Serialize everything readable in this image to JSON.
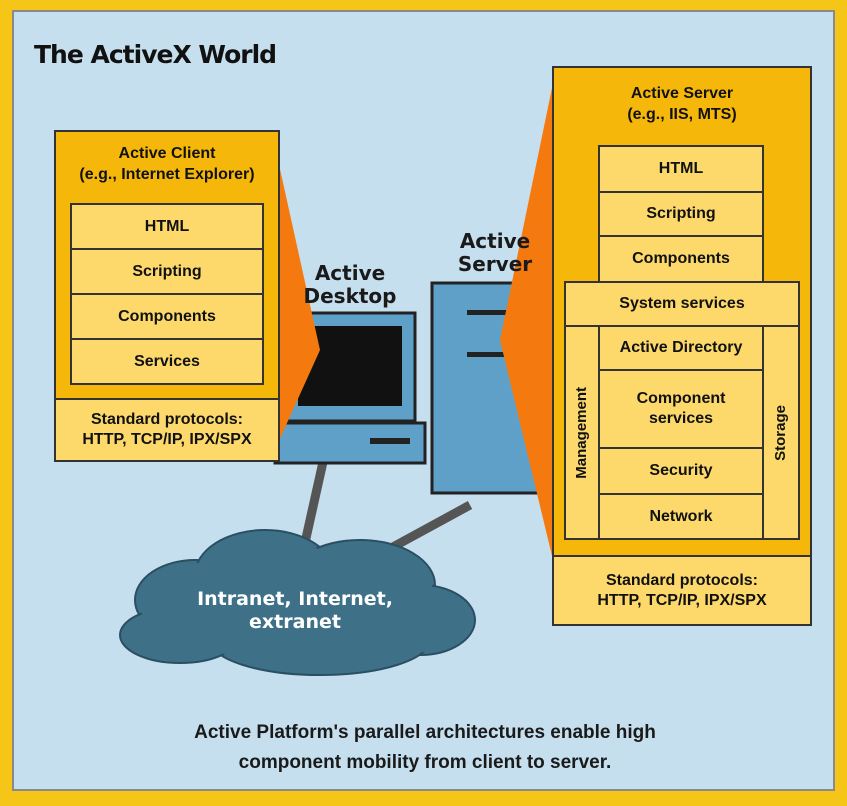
{
  "title": "The ActiveX World",
  "client": {
    "header_line1": "Active Client",
    "header_line2": "(e.g., Internet Explorer)",
    "stack": [
      "HTML",
      "Scripting",
      "Components",
      "Services"
    ],
    "protocols_line1": "Standard protocols:",
    "protocols_line2": "HTTP, TCP/IP, IPX/SPX"
  },
  "desktop": {
    "label_line1": "Active",
    "label_line2": "Desktop"
  },
  "server_machine": {
    "label_line1": "Active",
    "label_line2": "Server"
  },
  "server": {
    "header_line1": "Active Server",
    "header_line2": "(e.g., IIS, MTS)",
    "stack": [
      "HTML",
      "Scripting",
      "Components"
    ],
    "system_services": "System services",
    "management": "Management",
    "storage": "Storage",
    "services": [
      "Active Directory",
      "Component services",
      "Security",
      "Network"
    ],
    "protocols_line1": "Standard protocols:",
    "protocols_line2": "HTTP, TCP/IP, IPX/SPX"
  },
  "cloud": {
    "line1": "Intranet, Internet,",
    "line2": "extranet"
  },
  "caption": {
    "line1": "Active Platform's parallel architectures enable high",
    "line2": "component mobility from client to server."
  },
  "colors": {
    "frame": "#f5c518",
    "panel": "#c6dfee",
    "box": "#f5b80a",
    "cell": "#fcd96a",
    "arrow": "#f47a10",
    "machine": "#5fa0c8",
    "cloud": "#3e7088"
  }
}
